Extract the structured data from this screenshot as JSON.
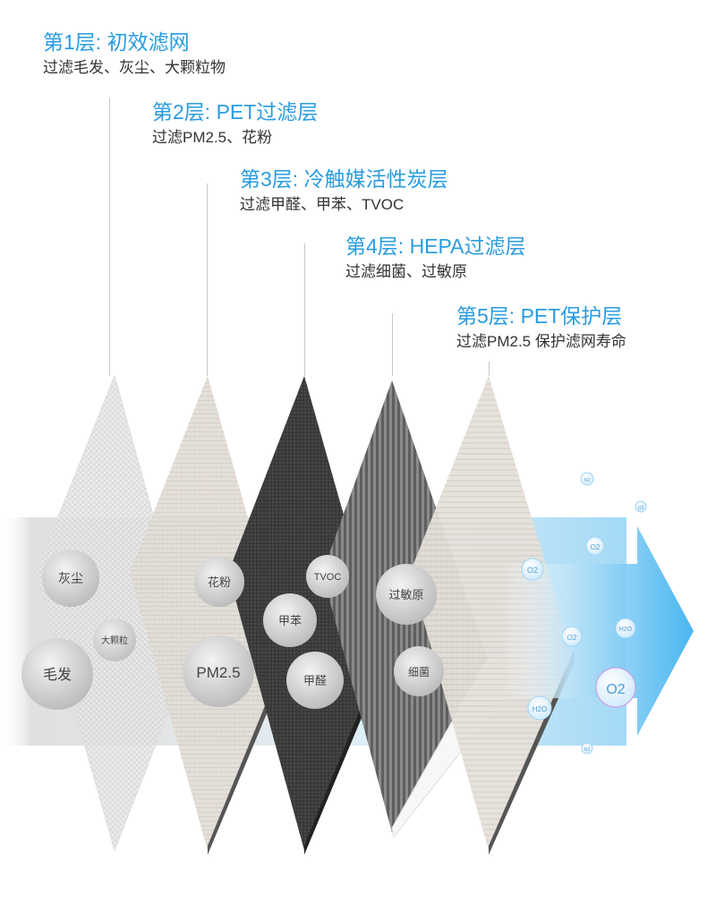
{
  "layers": [
    {
      "title": "第1层: 初效滤网",
      "desc": "过滤毛发、灰尘、大颗粒物"
    },
    {
      "title": "第2层: PET过滤层",
      "desc": "过滤PM2.5、花粉"
    },
    {
      "title": "第3层: 冷触媒活性炭层",
      "desc": "过滤甲醛、甲苯、TVOC"
    },
    {
      "title": "第4层: HEPA过滤层",
      "desc": "过滤细菌、过敏原"
    },
    {
      "title": "第5层: PET保护层",
      "desc": "过滤PM2.5 保护滤网寿命"
    }
  ],
  "particles": {
    "hair": "毛发",
    "dust": "灰尘",
    "large_particles": "大颗粒",
    "pollen": "花粉",
    "pm25": "PM2.5",
    "tvoc": "TVOC",
    "toluene": "甲苯",
    "formaldehyde": "甲醛",
    "allergen": "过敏原",
    "bacteria": "细菌"
  },
  "molecules": {
    "o2": "O2",
    "h2o": "H2O",
    "n2": "N2"
  },
  "colors": {
    "title_blue": "#2a9ce0",
    "desc_text": "#333333",
    "arrow_blue": "#35aef0",
    "carbon": "#3a3a3a",
    "hepa": "#7a7a7a"
  }
}
